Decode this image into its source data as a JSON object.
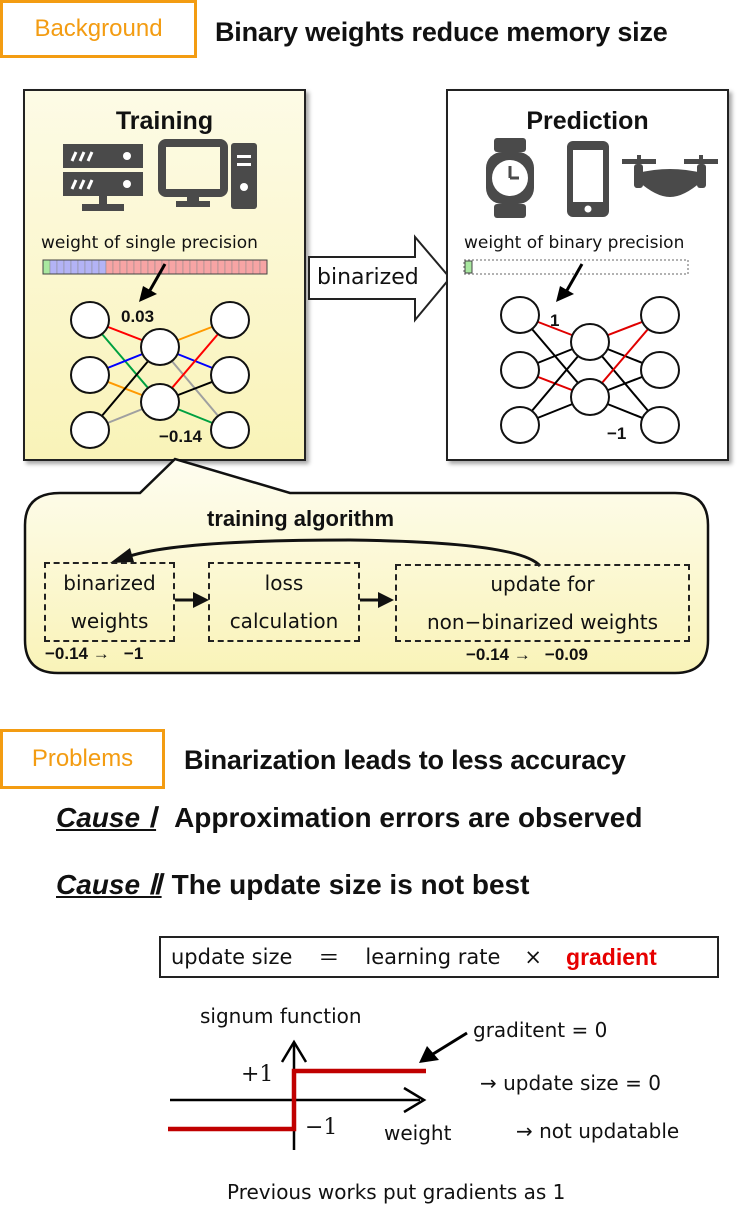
{
  "background": {
    "tag": "Background",
    "heading": "Binary weights reduce memory size"
  },
  "training_panel": {
    "title": "Training",
    "icons": [
      "server-icon",
      "desktop-computer-icon"
    ],
    "weight_label": "weight of single precision",
    "weight_bits": {
      "sign": 1,
      "exponent": 8,
      "mantissa": 23
    },
    "weight_example_top": "0.03",
    "weight_example_bottom": "−0.14"
  },
  "arrow": {
    "label": "binarized"
  },
  "prediction_panel": {
    "title": "Prediction",
    "icons": [
      "smartwatch-icon",
      "smartphone-icon",
      "drone-icon"
    ],
    "weight_label": "weight of binary precision",
    "weight_bits": {
      "sign": 1
    },
    "weight_example_top": "1",
    "weight_example_bottom": "−1"
  },
  "algorithm": {
    "title": "training algorithm",
    "steps": [
      {
        "line1": "binarized",
        "line2": "weights",
        "note": "−0.14 →   −1"
      },
      {
        "line1": "loss",
        "line2": "calculation",
        "note": ""
      },
      {
        "line1": "update for",
        "line2": "non−binarized weights",
        "note": "−0.14 →   −0.09"
      }
    ]
  },
  "problems": {
    "tag": "Problems",
    "heading": "Binarization leads to less accuracy",
    "causes": [
      {
        "label": "Cause Ⅰ",
        "text": "Approximation errors are observed"
      },
      {
        "label": "Cause Ⅱ",
        "text": "The update size is not best"
      }
    ]
  },
  "formula": {
    "lhs": "update size",
    "eq": "＝",
    "term1": "learning rate",
    "times": "×",
    "term2": "gradient",
    "highlight_color": "#e60000"
  },
  "signum": {
    "title": "signum function",
    "plus_label": "+1",
    "minus_label": "−1",
    "x_label": "weight",
    "line_color": "#c00000",
    "note1": "graditent = 0",
    "note2": "→ update size = 0",
    "note3": "→ not updatable"
  },
  "footer": "Previous works put gradients as 1"
}
